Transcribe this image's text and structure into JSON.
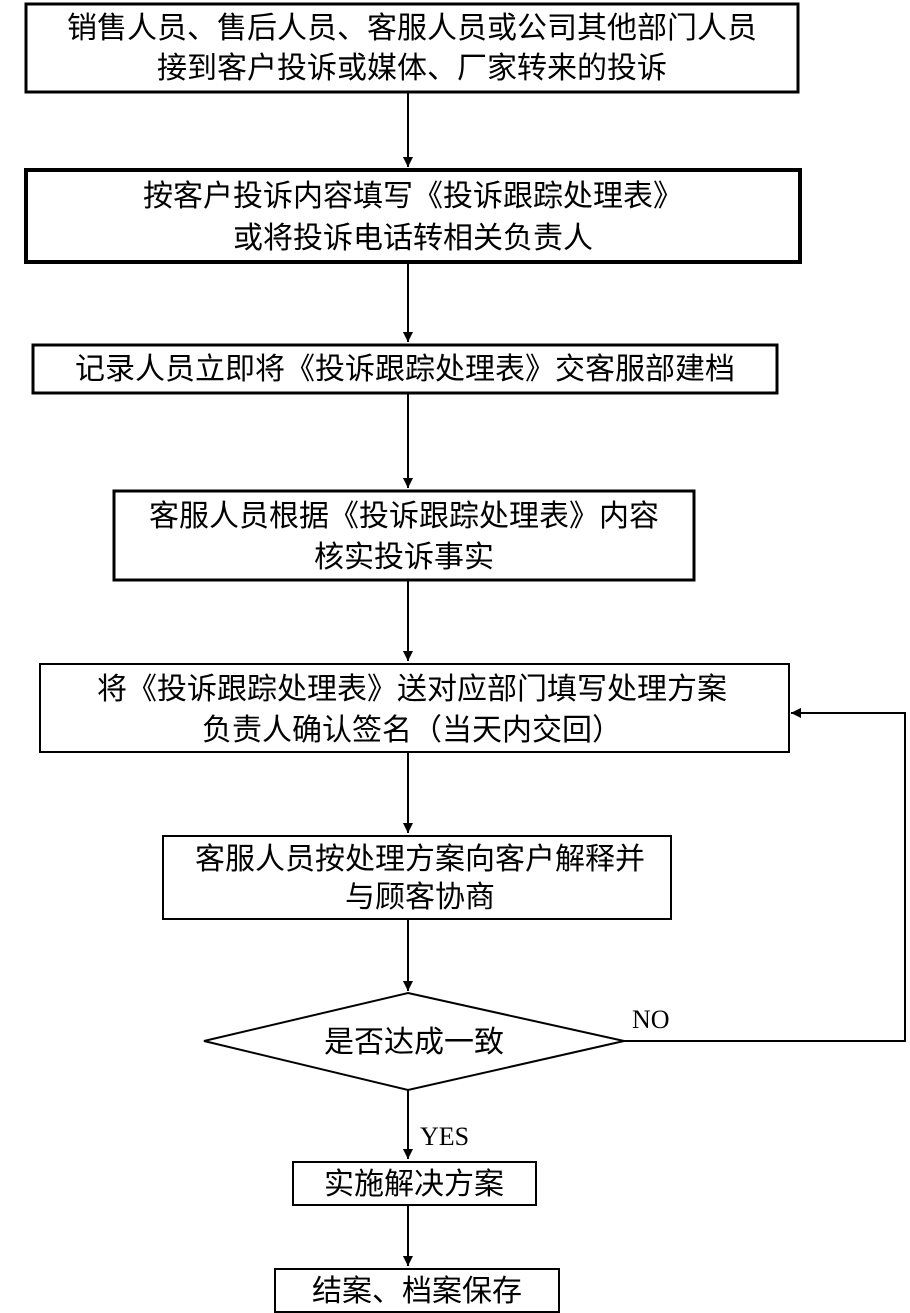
{
  "flowchart": {
    "nodes": [
      {
        "id": "receive-complaint",
        "shape": "rect",
        "lines": [
          "销售人员、售后人员、客服人员或公司其他部门人员",
          "接到客户投诉或媒体、厂家转来的投诉"
        ]
      },
      {
        "id": "fill-form",
        "shape": "rect",
        "lines": [
          "按客户投诉内容填写《投诉跟踪处理表》",
          "或将投诉电话转相关负责人"
        ]
      },
      {
        "id": "file-record",
        "shape": "rect",
        "lines": [
          "记录人员立即将《投诉跟踪处理表》交客服部建档"
        ]
      },
      {
        "id": "verify-facts",
        "shape": "rect",
        "lines": [
          "客服人员根据《投诉跟踪处理表》内容",
          "核实投诉事实"
        ]
      },
      {
        "id": "department-plan",
        "shape": "rect",
        "lines": [
          "将《投诉跟踪处理表》送对应部门填写处理方案",
          "负责人确认签名（当天内交回）"
        ]
      },
      {
        "id": "explain-negotiate",
        "shape": "rect",
        "lines": [
          "客服人员按处理方案向客户解释并",
          "与顾客协商"
        ]
      },
      {
        "id": "agreement-decision",
        "shape": "diamond",
        "lines": [
          "是否达成一致"
        ]
      },
      {
        "id": "implement-solution",
        "shape": "rect",
        "lines": [
          "实施解决方案"
        ]
      },
      {
        "id": "close-archive",
        "shape": "rect",
        "lines": [
          "结案、档案保存"
        ]
      }
    ],
    "edges": [
      {
        "from": "receive-complaint",
        "to": "fill-form",
        "label": ""
      },
      {
        "from": "fill-form",
        "to": "file-record",
        "label": ""
      },
      {
        "from": "file-record",
        "to": "verify-facts",
        "label": ""
      },
      {
        "from": "verify-facts",
        "to": "department-plan",
        "label": ""
      },
      {
        "from": "department-plan",
        "to": "explain-negotiate",
        "label": ""
      },
      {
        "from": "explain-negotiate",
        "to": "agreement-decision",
        "label": ""
      },
      {
        "from": "agreement-decision",
        "to": "implement-solution",
        "label": "YES"
      },
      {
        "from": "agreement-decision",
        "to": "department-plan",
        "label": "NO"
      },
      {
        "from": "implement-solution",
        "to": "close-archive",
        "label": ""
      }
    ]
  }
}
